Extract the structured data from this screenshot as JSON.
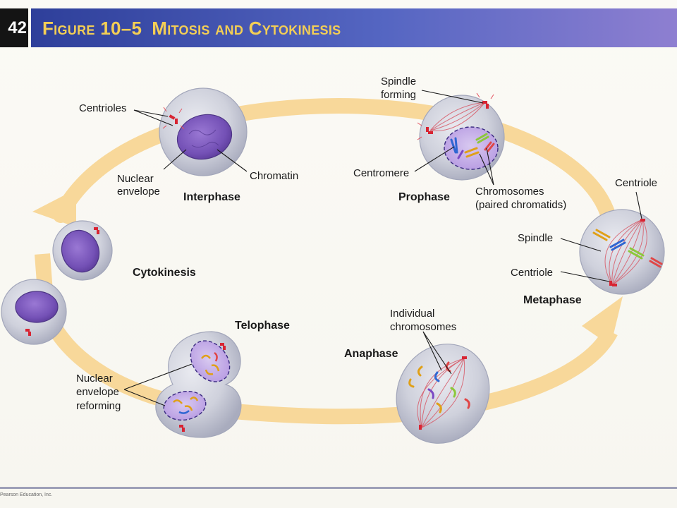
{
  "header": {
    "page_number": "42",
    "figure_label": "Figure 10–5",
    "figure_title": "Mitosis and Cytokinesis"
  },
  "phases": {
    "interphase": "Interphase",
    "prophase": "Prophase",
    "metaphase": "Metaphase",
    "anaphase": "Anaphase",
    "telophase": "Telophase",
    "cytokinesis": "Cytokinesis"
  },
  "labels": {
    "centrioles": "Centrioles",
    "nuclear_envelope_1": "Nuclear",
    "nuclear_envelope_2": "envelope",
    "chromatin": "Chromatin",
    "spindle_forming_1": "Spindle",
    "spindle_forming_2": "forming",
    "centromere": "Centromere",
    "chromosomes_1": "Chromosomes",
    "chromosomes_2": "(paired chromatids)",
    "centriole_top": "Centriole",
    "spindle": "Spindle",
    "centriole_bottom": "Centriole",
    "individual_chromosomes_1": "Individual",
    "individual_chromosomes_2": "chromosomes",
    "nuclear_envelope_reforming_1": "Nuclear",
    "nuclear_envelope_reforming_2": "envelope",
    "nuclear_envelope_reforming_3": "reforming"
  },
  "copyright": "Pearson Education, Inc.",
  "colors": {
    "title_bar_start": "#2e3f9a",
    "title_bar_end": "#8e7fd1",
    "title_text": "#f3ce55",
    "cycle_arrow": "#f8d89a",
    "cell_fill": "#cfd1dc",
    "nucleus": "#7a52b8",
    "centriole": "#d82432"
  }
}
